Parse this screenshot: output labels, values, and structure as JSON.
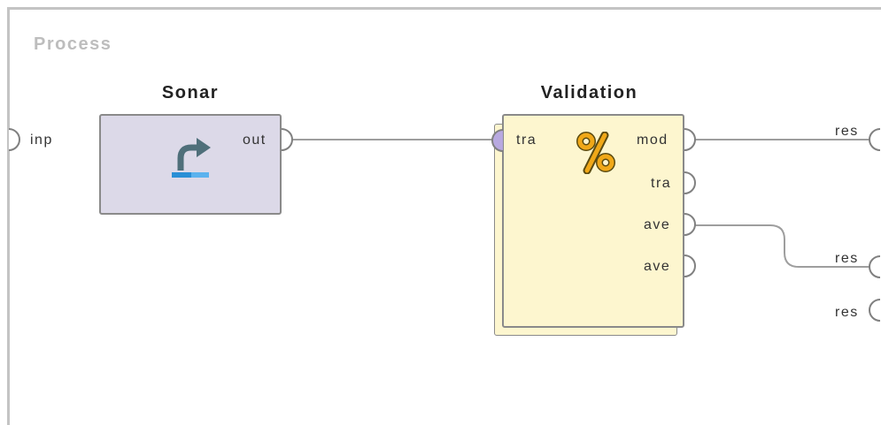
{
  "process": {
    "label": "Process"
  },
  "input_port": {
    "label": "inp"
  },
  "operators": {
    "sonar": {
      "title": "Sonar",
      "icon": "retrieve-arrow-icon",
      "fill_color": "#dcd9e8",
      "out_port": "out"
    },
    "validation": {
      "title": "Validation",
      "icon": "percent-icon",
      "fill_color": "#fdf6cf",
      "in_port": "tra",
      "out_ports": [
        "mod",
        "tra",
        "ave",
        "ave"
      ]
    }
  },
  "result_ports": [
    "res",
    "res",
    "res"
  ],
  "colors": {
    "wire": "#9e9e9e",
    "port_stroke": "#808080",
    "sonar_icon_arrow": "#4f6f7a",
    "sonar_icon_bar": "#2a8fd6",
    "percent_icon": "#f0a818",
    "connected_input": "#b8a9e0"
  }
}
